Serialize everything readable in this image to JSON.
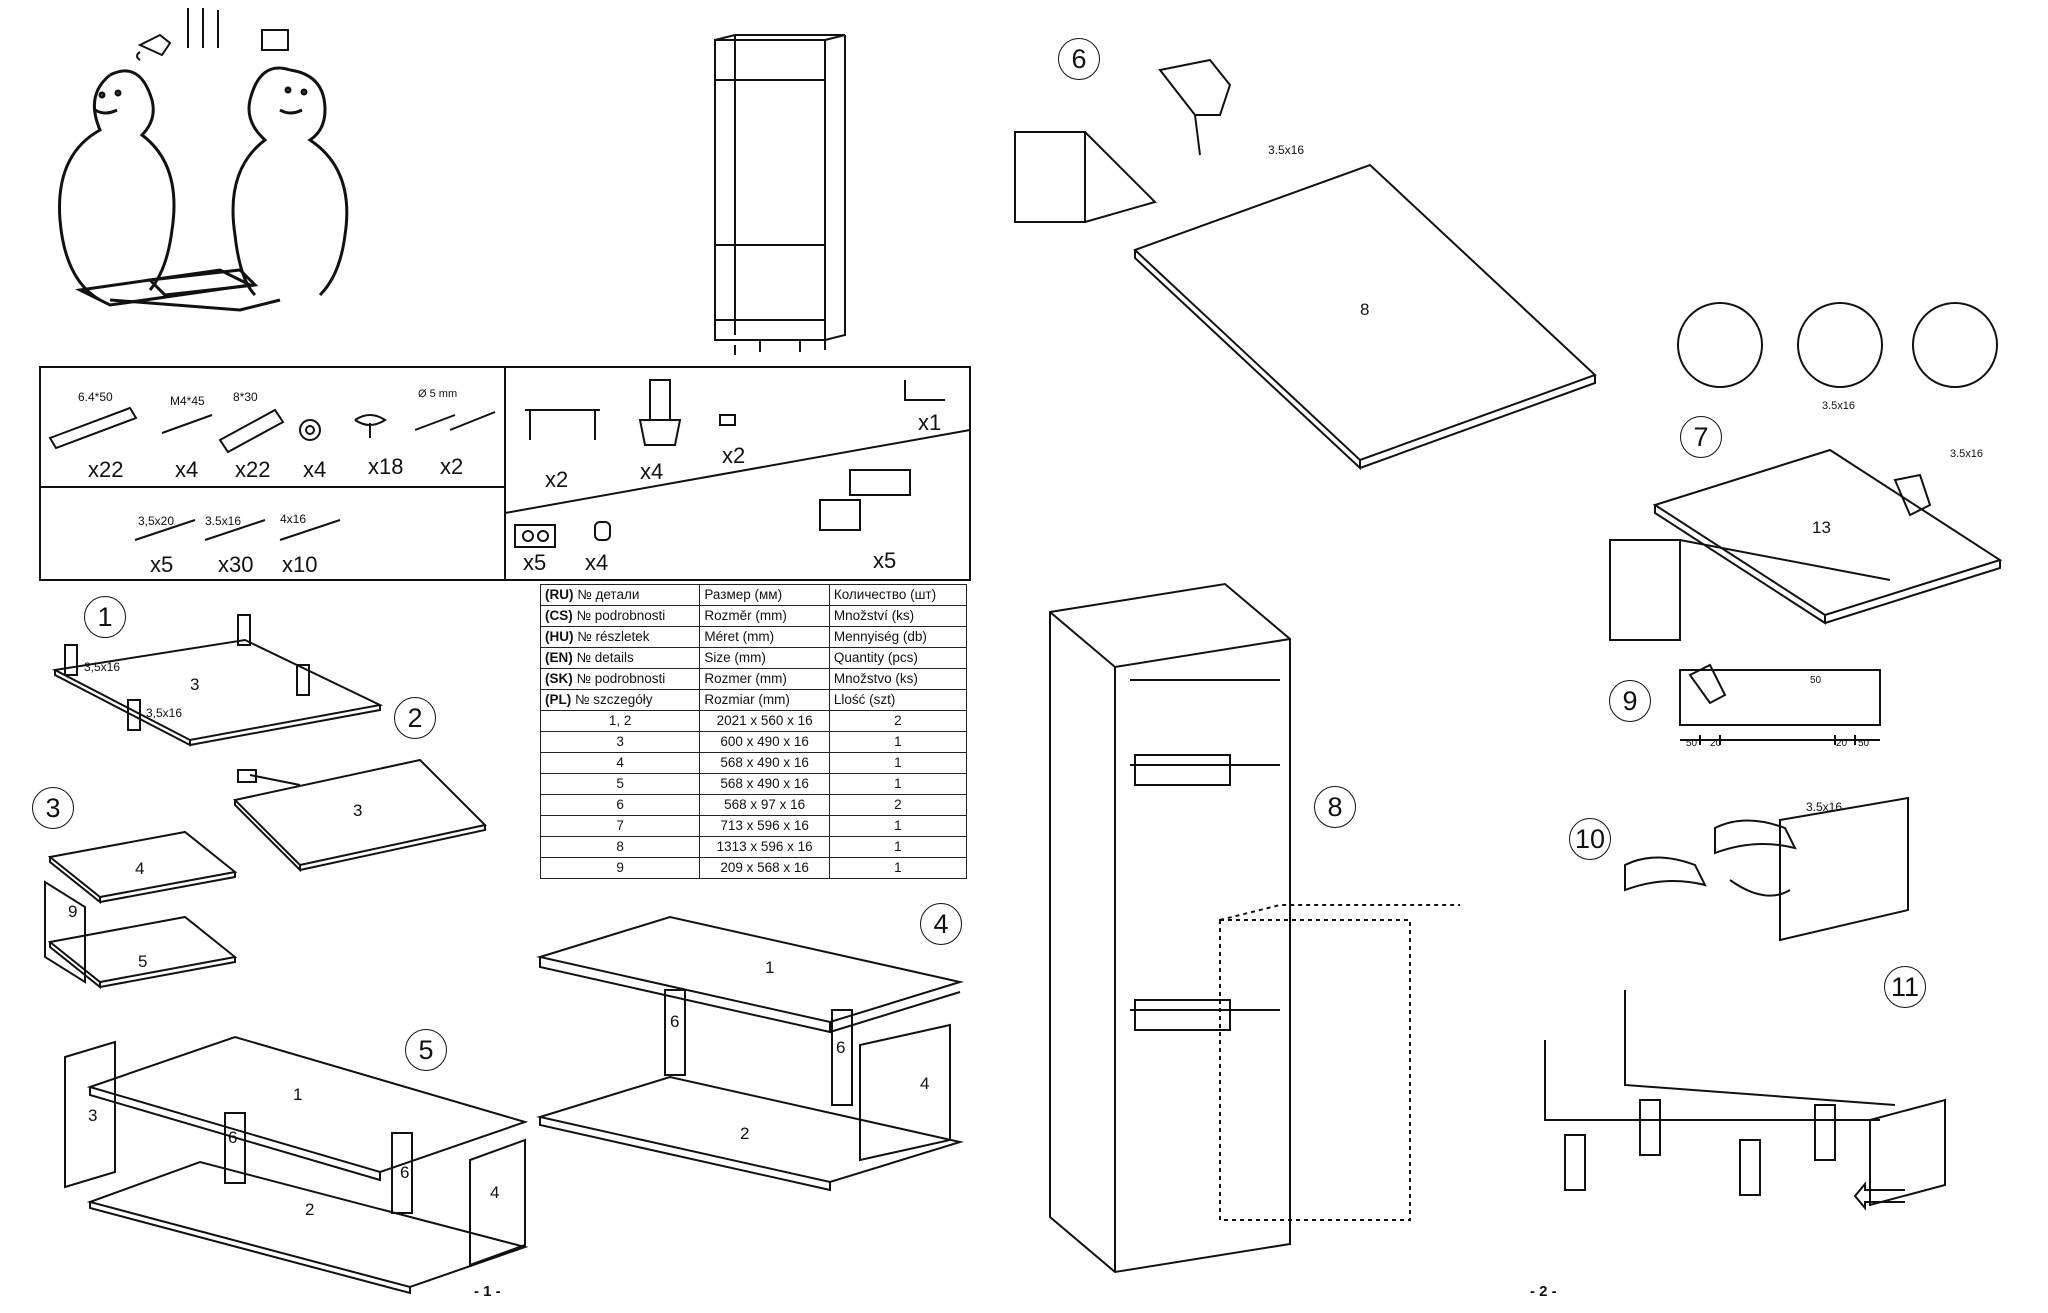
{
  "hardware_top": {
    "labels": {
      "screw_64x50": "6.4*50",
      "bolt_m4x45": "M4*45",
      "dowel_8x30": "8*30",
      "cam_5mm": "Ø 5 mm"
    },
    "counts": {
      "screw": "x22",
      "bolt": "x4",
      "dowel": "x22",
      "washer": "x4",
      "cam": "x18",
      "connector": "x2"
    }
  },
  "hardware_screws": {
    "labels": {
      "s1": "3,5x20",
      "s2": "3.5x16",
      "s3": "4x16"
    },
    "counts": {
      "s1": "x5",
      "s2": "x30",
      "s3": "x10"
    }
  },
  "hardware_right": {
    "counts": {
      "handle": "x2",
      "foot": "x4",
      "clip": "x2",
      "wrench": "x1",
      "plate": "x5",
      "cap": "x4",
      "hinge": "x5"
    }
  },
  "parts_table": {
    "header_rows": [
      {
        "lang": "(RU)",
        "col1": "№ детали",
        "col2": "Размер  (мм)",
        "col3": "Количество (шт)"
      },
      {
        "lang": "(CS)",
        "col1": "№ podrobnosti",
        "col2": "Rozměr (mm)",
        "col3": "Množství  (ks)"
      },
      {
        "lang": "(HU)",
        "col1": "№ részletek",
        "col2": "Méret (mm)",
        "col3": "Mennyiség (db)"
      },
      {
        "lang": "(EN)",
        "col1": "№ details",
        "col2": "Size (mm)",
        "col3": "Quantity  (pcs)"
      },
      {
        "lang": "(SK)",
        "col1": "№ podrobnosti",
        "col2": "Rozmer (mm)",
        "col3": "Množstvo (ks)"
      },
      {
        "lang": "(PL)",
        "col1": "№ szczegóły",
        "col2": "Rozmiar (mm)",
        "col3": "Llość (szt)"
      }
    ],
    "rows": [
      {
        "part": "1, 2",
        "size": "2021 x 560 x 16",
        "qty": "2"
      },
      {
        "part": "3",
        "size": "600 x 490 x 16",
        "qty": "1"
      },
      {
        "part": "4",
        "size": "568 x 490 x 16",
        "qty": "1"
      },
      {
        "part": "5",
        "size": "568 x 490 x 16",
        "qty": "1"
      },
      {
        "part": "6",
        "size": "568 x 97 x 16",
        "qty": "2"
      },
      {
        "part": "7",
        "size": "713 x 596 x 16",
        "qty": "1"
      },
      {
        "part": "8",
        "size": "1313 x 596 x 16",
        "qty": "1"
      },
      {
        "part": "9",
        "size": "209 x 568 x 16",
        "qty": "1"
      }
    ]
  },
  "steps": {
    "s1": "1",
    "s2": "2",
    "s3": "3",
    "s4": "4",
    "s5": "5",
    "s6": "6",
    "s7": "7",
    "s8": "8",
    "s9": "9",
    "s10": "10",
    "s11": "11"
  },
  "part_labels": {
    "p3_step1": "3",
    "p3_step2": "3",
    "p4_step3": "4",
    "p9_step3": "9",
    "p5_step3": "5",
    "p1_step4": "1",
    "p6a_step4": "6",
    "p6b_step4": "6",
    "p2_step4": "2",
    "p4_step4": "4",
    "p1_step5": "1",
    "p6a_step5": "6",
    "p6b_step5": "6",
    "p2_step5": "2",
    "p3_step5": "3",
    "p4_step5": "4",
    "p8_step6": "8",
    "p13_step7": "13"
  },
  "screw_labels": {
    "step1_a": "3,5x16",
    "step1_b": "3,5x16",
    "step6": "3.5x16",
    "step7_a": "3.5x16",
    "step7_b": "3.5x16",
    "step10": "3.5x16"
  },
  "step9_dims": {
    "d1": "50",
    "d2": "20",
    "d3": "20",
    "d4": "50",
    "d5": "50"
  },
  "pages": {
    "left": "- 1 -",
    "right": "- 2 -"
  }
}
